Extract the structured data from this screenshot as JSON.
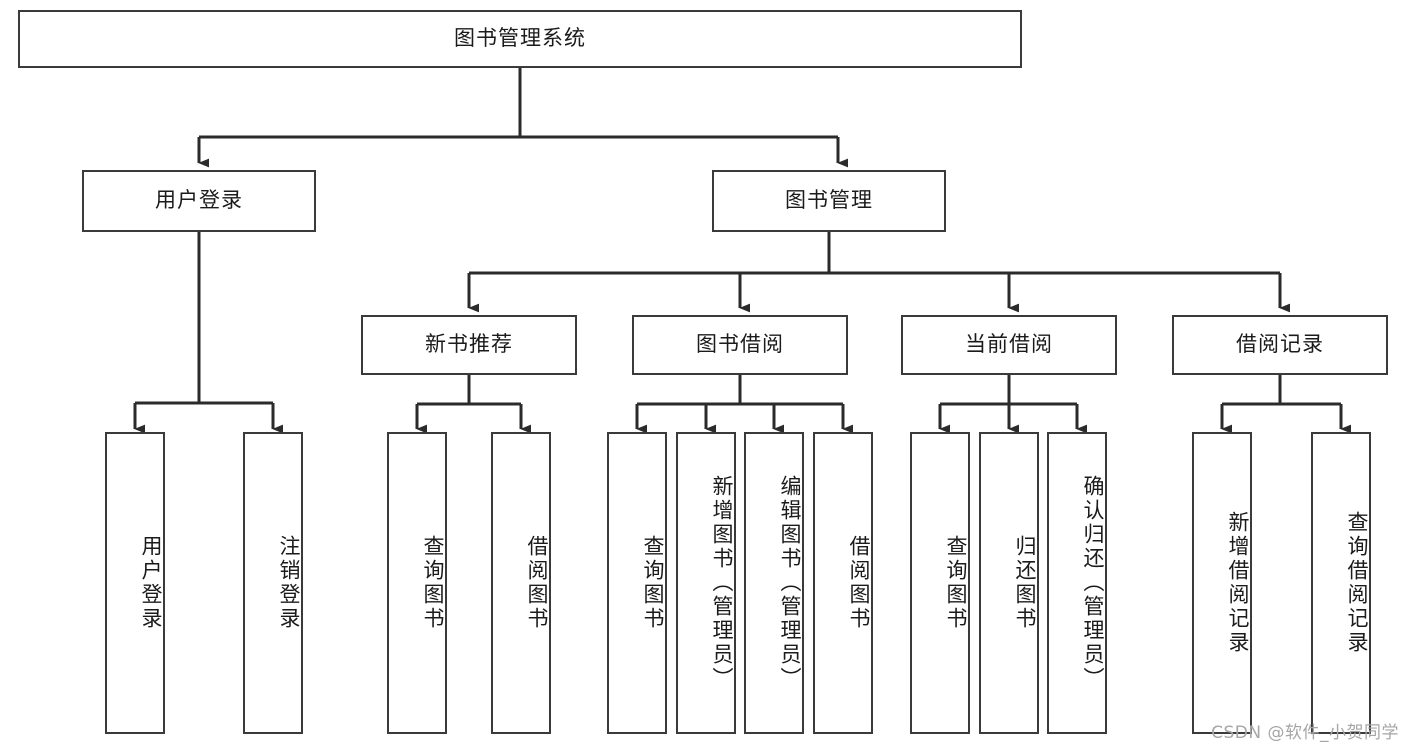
{
  "diagram": {
    "title": "图书管理系统",
    "type": "tree-hierarchy-chart",
    "colors": {
      "box_border": "#3a3a3a",
      "box_fill": "#ffffff",
      "edge": "#2b2b2b",
      "text": "#1b1b1b",
      "watermark": "#a6a6a6"
    },
    "root": {
      "id": "root",
      "label": "图书管理系统"
    },
    "level2": [
      {
        "id": "user-login",
        "label": "用户登录"
      },
      {
        "id": "book-management",
        "label": "图书管理"
      }
    ],
    "level3": [
      {
        "id": "new-book-recommend",
        "label": "新书推荐",
        "parent": "book-management"
      },
      {
        "id": "book-borrow",
        "label": "图书借阅",
        "parent": "book-management"
      },
      {
        "id": "current-borrow",
        "label": "当前借阅",
        "parent": "book-management"
      },
      {
        "id": "borrow-record",
        "label": "借阅记录",
        "parent": "book-management"
      }
    ],
    "leaves": {
      "user-login": [
        {
          "id": "leaf-user-login",
          "label": "用户登录"
        },
        {
          "id": "leaf-logout-login",
          "label": "注销登录"
        }
      ],
      "new-book-recommend": [
        {
          "id": "leaf-query-book-1",
          "label": "查询图书"
        },
        {
          "id": "leaf-borrow-book-1",
          "label": "借阅图书"
        }
      ],
      "book-borrow": [
        {
          "id": "leaf-query-book-2",
          "label": "查询图书"
        },
        {
          "id": "leaf-add-book",
          "label": "新增图书（管理员）"
        },
        {
          "id": "leaf-edit-book",
          "label": "编辑图书（管理员）"
        },
        {
          "id": "leaf-borrow-book-2",
          "label": "借阅图书"
        }
      ],
      "current-borrow": [
        {
          "id": "leaf-query-book-3",
          "label": "查询图书"
        },
        {
          "id": "leaf-return-book",
          "label": "归还图书"
        },
        {
          "id": "leaf-confirm-return",
          "label": "确认归还（管理员）"
        }
      ],
      "borrow-record": [
        {
          "id": "leaf-add-record",
          "label": "新增借阅记录"
        },
        {
          "id": "leaf-query-record",
          "label": "查询借阅记录"
        }
      ]
    }
  },
  "watermark": {
    "text": "CSDN @软件_小贺同学"
  }
}
